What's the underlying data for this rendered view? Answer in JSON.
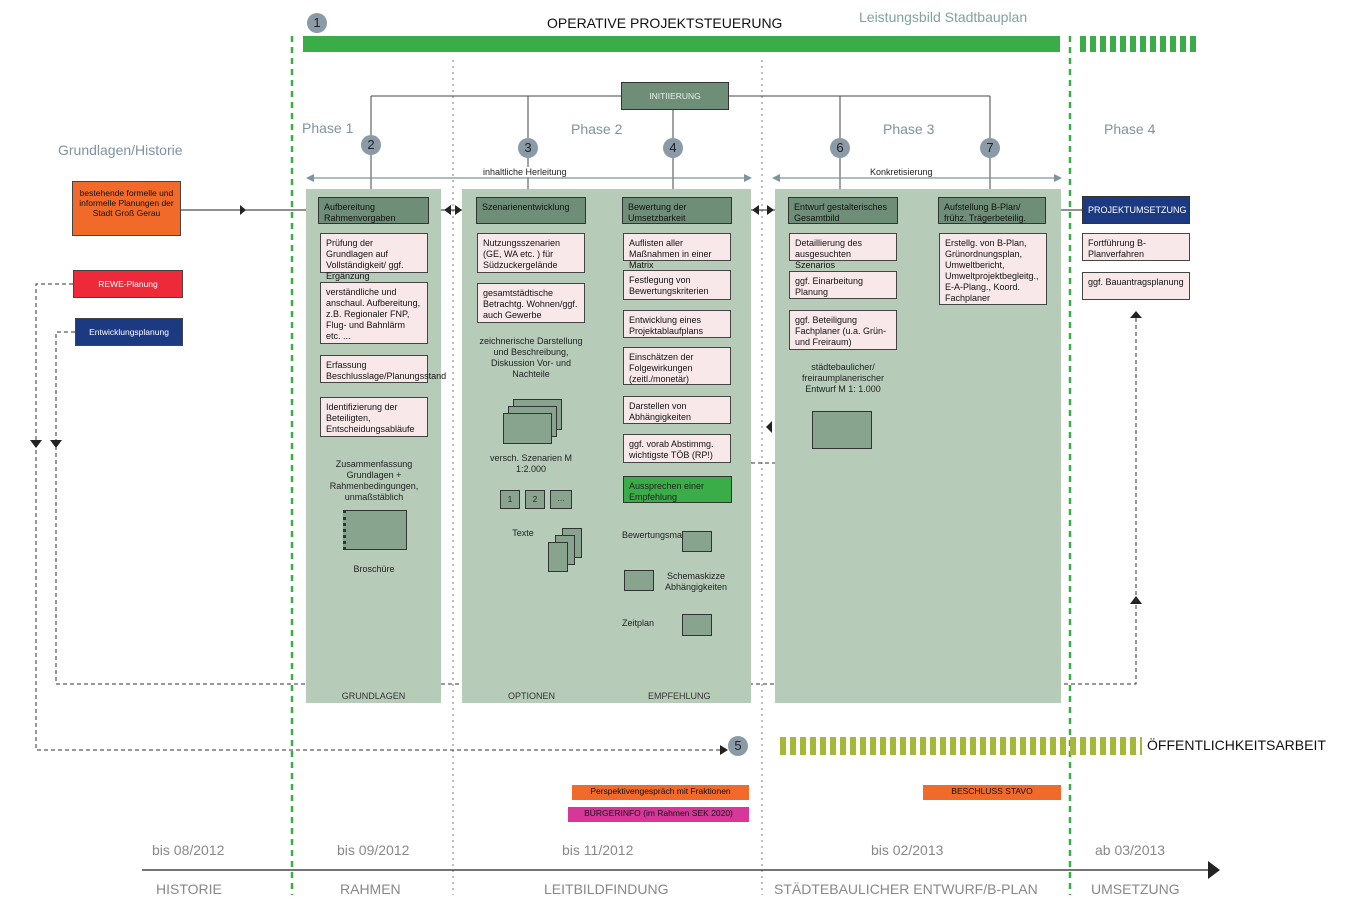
{
  "header": {
    "title": "OPERATIVE PROJEKTSTEUERUNG",
    "leistungsbild": "Leistungsbild Stadtbauplan",
    "step_1": "1"
  },
  "phases": {
    "p1": "Phase 1",
    "p2": "Phase 2",
    "p3": "Phase 3",
    "p4": "Phase 4"
  },
  "grundlagen_historie": "Grundlagen/Historie",
  "initiierung": "INITIIERUNG",
  "steps": {
    "s2": "2",
    "s3": "3",
    "s4": "4",
    "s5": "5",
    "s6": "6",
    "s7": "7"
  },
  "span_labels": {
    "herleitung": "inhaltliche  Herleitung",
    "konkretisierung": "Konkretisierung"
  },
  "left_boxes": {
    "bestehende": "bestehende formelle und informelle Planungen der Stadt Groß Gerau",
    "rewe": "REWE-Planung",
    "entwicklung": "Entwicklungsplanung"
  },
  "col2": {
    "header": "Aufbereitung Rahmenvorgaben",
    "items": [
      "Prüfung der Grundlagen auf Vollständigkeit/ ggf. Ergänzung",
      "verständliche und anschaul. Aufbereitung, z.B. Regionaler FNP, Flug- und Bahnlärm etc. ...",
      "Erfassung Beschlusslage/Planungsstand",
      "Identifizierung der Beteiligten, Entscheidungsabläufe"
    ],
    "summary": "Zusammenfassung Grundlagen + Rahmenbedingungen, unmaßstäblich",
    "brochure": "Broschüre",
    "footer": "GRUNDLAGEN"
  },
  "col3": {
    "header": "Szenarienentwicklung",
    "items": [
      "Nutzungsszenarien (GE, WA etc. ) für Südzuckergelände",
      "gesamtstädtische Betrachtg. Wohnen/ggf. auch Gewerbe"
    ],
    "drawing": "zeichnerische Darstellung und Beschreibung, Diskussion Vor- und Nachteile",
    "scenarios": "versch. Szenarien M 1:2.000",
    "tiles": [
      "1",
      "2",
      "..."
    ],
    "texte": "Texte",
    "footer": "OPTIONEN"
  },
  "col4": {
    "header": "Bewertung der Umsetzbarkeit",
    "items": [
      "Auflisten aller Maßnahmen in einer Matrix",
      "Festlegung von Bewertungskriterien",
      "Entwicklung eines Projektablaufplans",
      "Einschätzen der Folgewirkungen (zeitl./monetär)",
      "Darstellen von Abhängigkeiten",
      "ggf. vorab Abstimmg. wichtigste TÖB (RP!)"
    ],
    "empfehlung": "Aussprechen einer Empfehlung",
    "matrix": "Bewertungsmatrix",
    "schema": "Schemaskizze Abhängigkeiten",
    "zeitplan": "Zeitplan",
    "footer": "EMPFEHLUNG"
  },
  "col6": {
    "header": "Entwurf gestalterisches Gesamtbild",
    "items": [
      "Detaillierung des ausgesuchten Szenarios",
      "ggf. Einarbeitung Planung",
      "ggf. Beteiligung Fachplaner (u.a. Grün- und Freiraum)"
    ],
    "entwurf": "städtebaulicher/ freiraumplanerischer Entwurf M 1: 1.000"
  },
  "col7": {
    "header": "Aufstellung B-Plan/ frühz. Trägerbeteilig.",
    "items": [
      "Erstellg. von B-Plan, Grünordnungsplan, Umweltbericht, Umweltprojektbegleitg., E-A-Plang., Koord. Fachplaner"
    ]
  },
  "col_p4": {
    "header": "PROJEKTUMSETZUNG",
    "items": [
      "Fortführung B-Planverfahren",
      "ggf. Bauantragsplanung"
    ]
  },
  "oeffentlichkeit": "ÖFFENTLICHKEITSARBEIT",
  "events": {
    "perspektive": "Perspektivengespräch mit Fraktionen",
    "buergerinfo": "BÜRGERINFO (im Rahmen SEK 2020)",
    "beschluss": "BESCHLUSS STAVO"
  },
  "timeline": {
    "dates": [
      "bis 08/2012",
      "bis 09/2012",
      "bis 11/2012",
      "bis 02/2013",
      "ab 03/2013"
    ],
    "stages": [
      "HISTORIE",
      "RAHMEN",
      "LEITBILDFINDUNG",
      "STÄDTEBAULICHER ENTWURF/B-PLAN",
      "UMSETZUNG"
    ]
  },
  "colors": {
    "green_bar": "#3aad48",
    "panel": "#b7cbb9",
    "header_box": "#6f8e78",
    "item_box": "#f8e8ea",
    "orange": "#f26a2a",
    "red": "#ee2a3a",
    "navy": "#1c3a82",
    "magenta": "#d8379a",
    "olive": "#a5b838",
    "bright_green": "#3aad48"
  }
}
